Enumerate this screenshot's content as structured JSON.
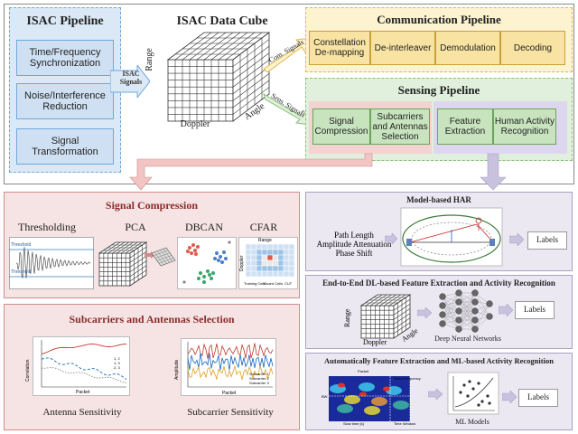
{
  "isac_pipeline": {
    "title": "ISAC Pipeline",
    "steps": [
      "Time/Frequency Synchronization",
      "Noise/Interference Reduction",
      "Signal Transformation"
    ]
  },
  "data_cube": {
    "title": "ISAC Data Cube",
    "input_label": "ISAC Signals",
    "axis_range": "Range",
    "axis_doppler": "Doppler",
    "axis_angle": "Angle",
    "com_arrow": "Com. Signals",
    "sens_arrow": "Sens. Signals"
  },
  "communication_pipeline": {
    "title": "Communication Pipeline",
    "steps": [
      "Constellation De-mapping",
      "De-interleaver",
      "Demodulation",
      "Decoding"
    ]
  },
  "sensing_pipeline": {
    "title": "Sensing Pipeline",
    "steps": [
      "Signal Compression",
      "Subcarriers and Antennas Selection",
      "Feature Extraction",
      "Human Activity Recognition"
    ]
  },
  "signal_compression": {
    "title": "Signal Compression",
    "methods": [
      "Thresholding",
      "PCA",
      "DBCAN",
      "CFAR"
    ],
    "threshold_label": "Threshold",
    "cfar_axis_top": "Range",
    "cfar_axis_left": "Doppler",
    "cfar_legend": [
      "Training Cells",
      "Guard Cells",
      "CUT"
    ]
  },
  "subcarrier_selection": {
    "title": "Subcarriers and Antennas Selection",
    "antenna_caption": "Antenna Sensitivity",
    "subcarrier_caption": "Subcarrier Sensitivity",
    "antenna_xlabel": "Packet",
    "antenna_ylabel": "Correlation",
    "antenna_legend": [
      "1, 2",
      "1, 3",
      "2, 3"
    ],
    "subcarrier_xlabel": "Packet",
    "subcarrier_ylabel": "Amplitude",
    "subcarrier_legend": [
      "Subcarrier 1",
      "Subcarrier 2",
      "Subcarrier 3"
    ]
  },
  "model_based": {
    "title": "Model-based HAR",
    "features": [
      "Path Length",
      "Amplitude Attenuation",
      "Phase Shift"
    ],
    "output": "Labels"
  },
  "end_to_end": {
    "title": "End-to-End DL-based Feature Extraction and Activity Recognition",
    "axis_range": "Range",
    "axis_doppler": "Doppler",
    "axis_angle": "Angle",
    "network_label": "Deep Neural Networks",
    "output": "Labels"
  },
  "auto_feature": {
    "title": "Automatically Feature Extraction and ML-based Activity Recognition",
    "spectrogram_top": "Packet",
    "spectrogram_legend": [
      "Torso Frequency",
      "BW"
    ],
    "spectrogram_xlabel": "Slow time [s]",
    "spectrogram_time_window": "Time Window",
    "ml_label": "ML Models",
    "output": "Labels"
  },
  "colors": {
    "isac_bg": "#dbe8f5",
    "isac_border": "#6fa8dc",
    "comm_bg": "#fdf3d0",
    "comm_border": "#e0b84a",
    "sens_bg": "#e1f0dc",
    "sens_border": "#8bbf7a",
    "pink_bg": "#f6e4e4",
    "pink_border": "#d48a8a",
    "lavender_bg": "#ebe8f2",
    "lavender_border": "#a9a2c3",
    "arrow_pink": "#f2c4c4",
    "arrow_lavender": "#c9c2de"
  }
}
